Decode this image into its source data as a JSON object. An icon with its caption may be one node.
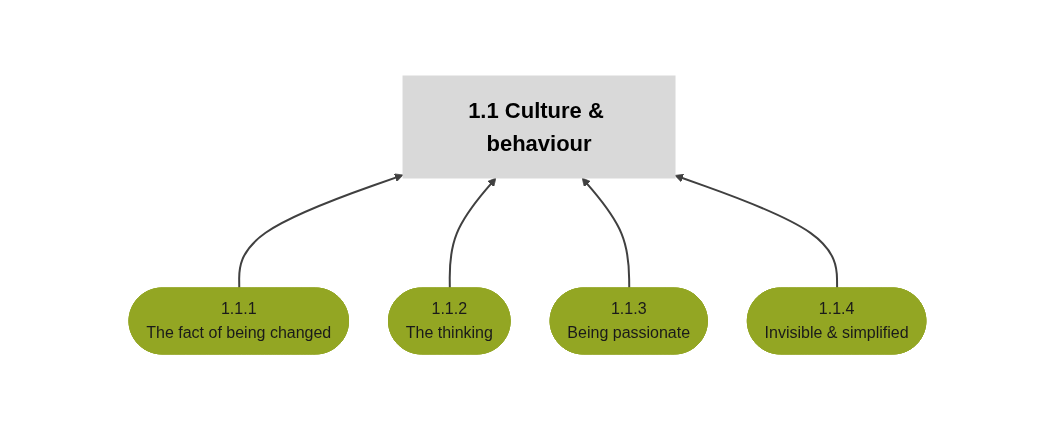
{
  "diagram": {
    "nodes": [
      {
        "text": [
          "1.1 Culture & behaviour"
        ]
      },
      {
        "text": [
          "1.1.1",
          "The fact of being changed"
        ]
      },
      {
        "text": [
          "1.1.2",
          "The thinking"
        ]
      },
      {
        "text": [
          "1.1.3",
          "Being passionate"
        ]
      },
      {
        "text": [
          "1.1.4",
          "Invisible & simplified"
        ]
      }
    ],
    "edges": [
      {
        "from": 1,
        "to": 0,
        "arrow": "to"
      },
      {
        "from": 2,
        "to": 0,
        "arrow": "to"
      },
      {
        "from": 3,
        "to": 0,
        "arrow": "to"
      },
      {
        "from": 4,
        "to": 0,
        "arrow": "to"
      }
    ]
  }
}
